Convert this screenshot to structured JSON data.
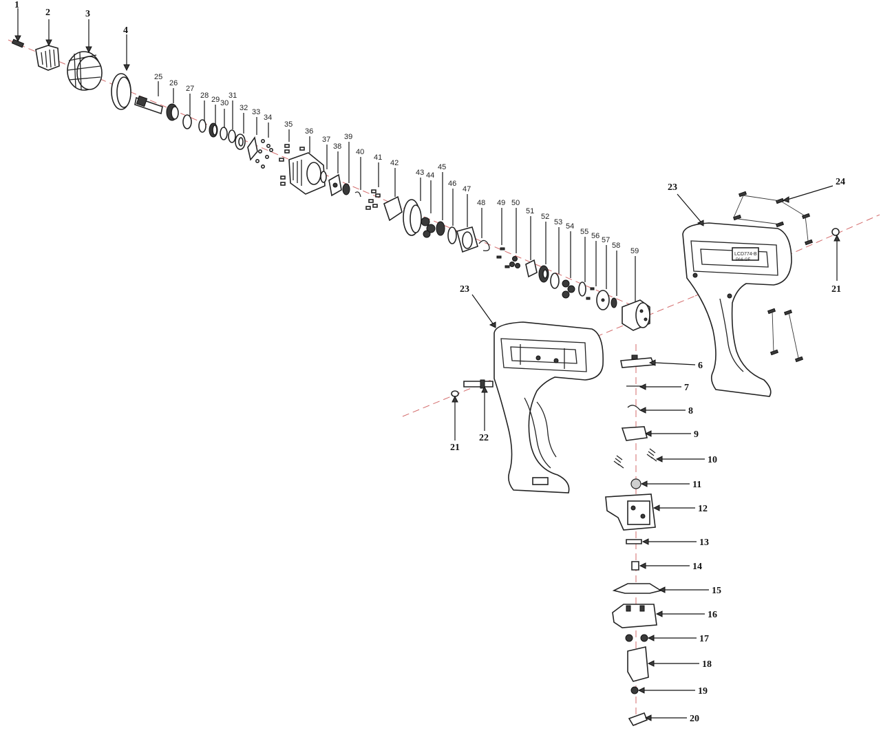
{
  "labels": {
    "p1": "1",
    "p2": "2",
    "p3": "3",
    "p4": "4",
    "p6": "6",
    "p7": "7",
    "p8": "8",
    "p9": "9",
    "p10": "10",
    "p11": "11",
    "p12": "12",
    "p13": "13",
    "p14": "14",
    "p15": "15",
    "p16": "16",
    "p17": "17",
    "p18": "18",
    "p19": "19",
    "p20": "20",
    "p21a": "21",
    "p21b": "21",
    "p22": "22",
    "p23a": "23",
    "p23b": "23",
    "p24": "24",
    "p25": "25",
    "p26": "26",
    "p27": "27",
    "p28": "28",
    "p29": "29",
    "p30": "30",
    "p31": "31",
    "p32": "32",
    "p33": "33",
    "p34": "34",
    "p35": "35",
    "p36": "36",
    "p37": "37",
    "p38": "38",
    "p39": "39",
    "p40": "40",
    "p41": "41",
    "p42": "42",
    "p43": "43",
    "p44": "44",
    "p45": "45",
    "p46": "46",
    "p47": "47",
    "p48": "48",
    "p49": "49",
    "p50": "50",
    "p51": "51",
    "p52": "52",
    "p53": "53",
    "p54": "54",
    "p55": "55",
    "p56": "56",
    "p57": "57",
    "p58": "58",
    "p59": "59"
  },
  "housing_text": {
    "model": "LCD774-B",
    "mark": "PA6-GF"
  },
  "colors": {
    "axis_line": "#d36a6a",
    "ink": "#222222"
  }
}
